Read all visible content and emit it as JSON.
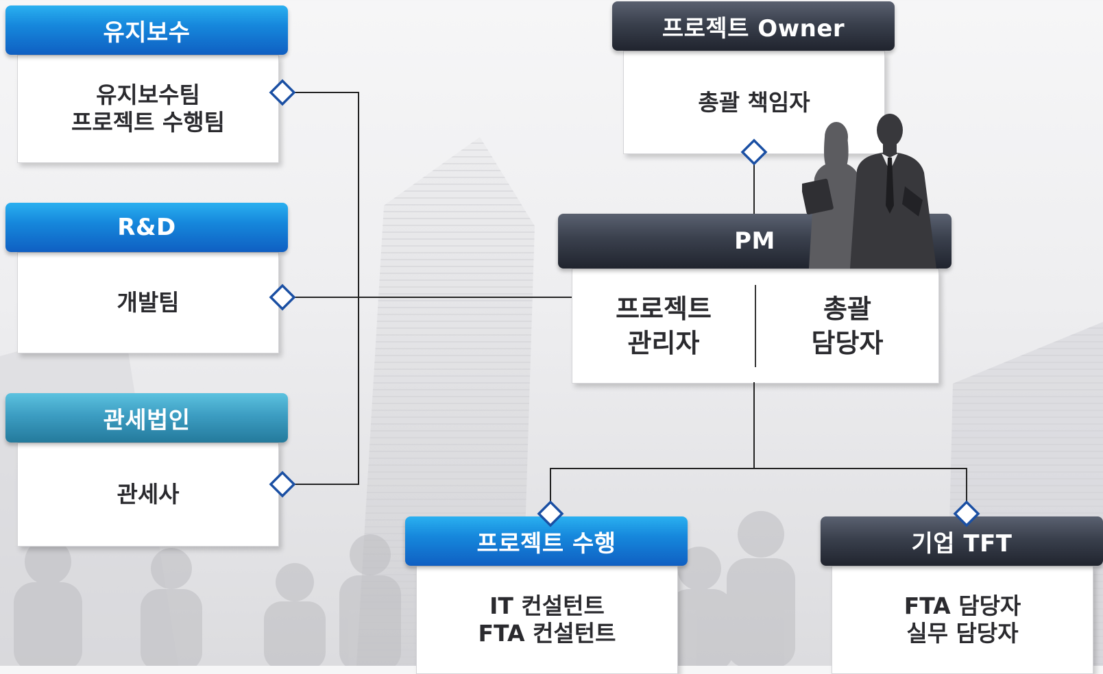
{
  "left_nodes": [
    {
      "title": "유지보수",
      "lines": [
        "유지보수팀",
        "프로젝트 수행팀"
      ]
    },
    {
      "title": "R&D",
      "lines": [
        "개발팀"
      ]
    },
    {
      "title": "관세법인",
      "lines": [
        "관세사"
      ]
    }
  ],
  "owner": {
    "title": "프로젝트 Owner",
    "lines": [
      "총괄 책임자"
    ]
  },
  "pm": {
    "title": "PM",
    "left_col": [
      "프로젝트",
      "관리자"
    ],
    "right_col": [
      "총괄",
      "담당자"
    ]
  },
  "bottom_nodes": [
    {
      "title": "프로젝트 수행",
      "lines": [
        "IT 컨설턴트",
        "FTA 컨설턴트"
      ]
    },
    {
      "title": "기업 TFT",
      "lines": [
        "FTA 담당자",
        "실무 담당자"
      ]
    }
  ],
  "colors": {
    "blue_header": "#1688dc",
    "teal_header": "#3c9dc2",
    "dark_header": "#2e333e",
    "connector": "#222222",
    "diamond": "#1a4fa3"
  },
  "icons": [
    "diamond-connector-icon",
    "business-people-silhouette-icon"
  ]
}
